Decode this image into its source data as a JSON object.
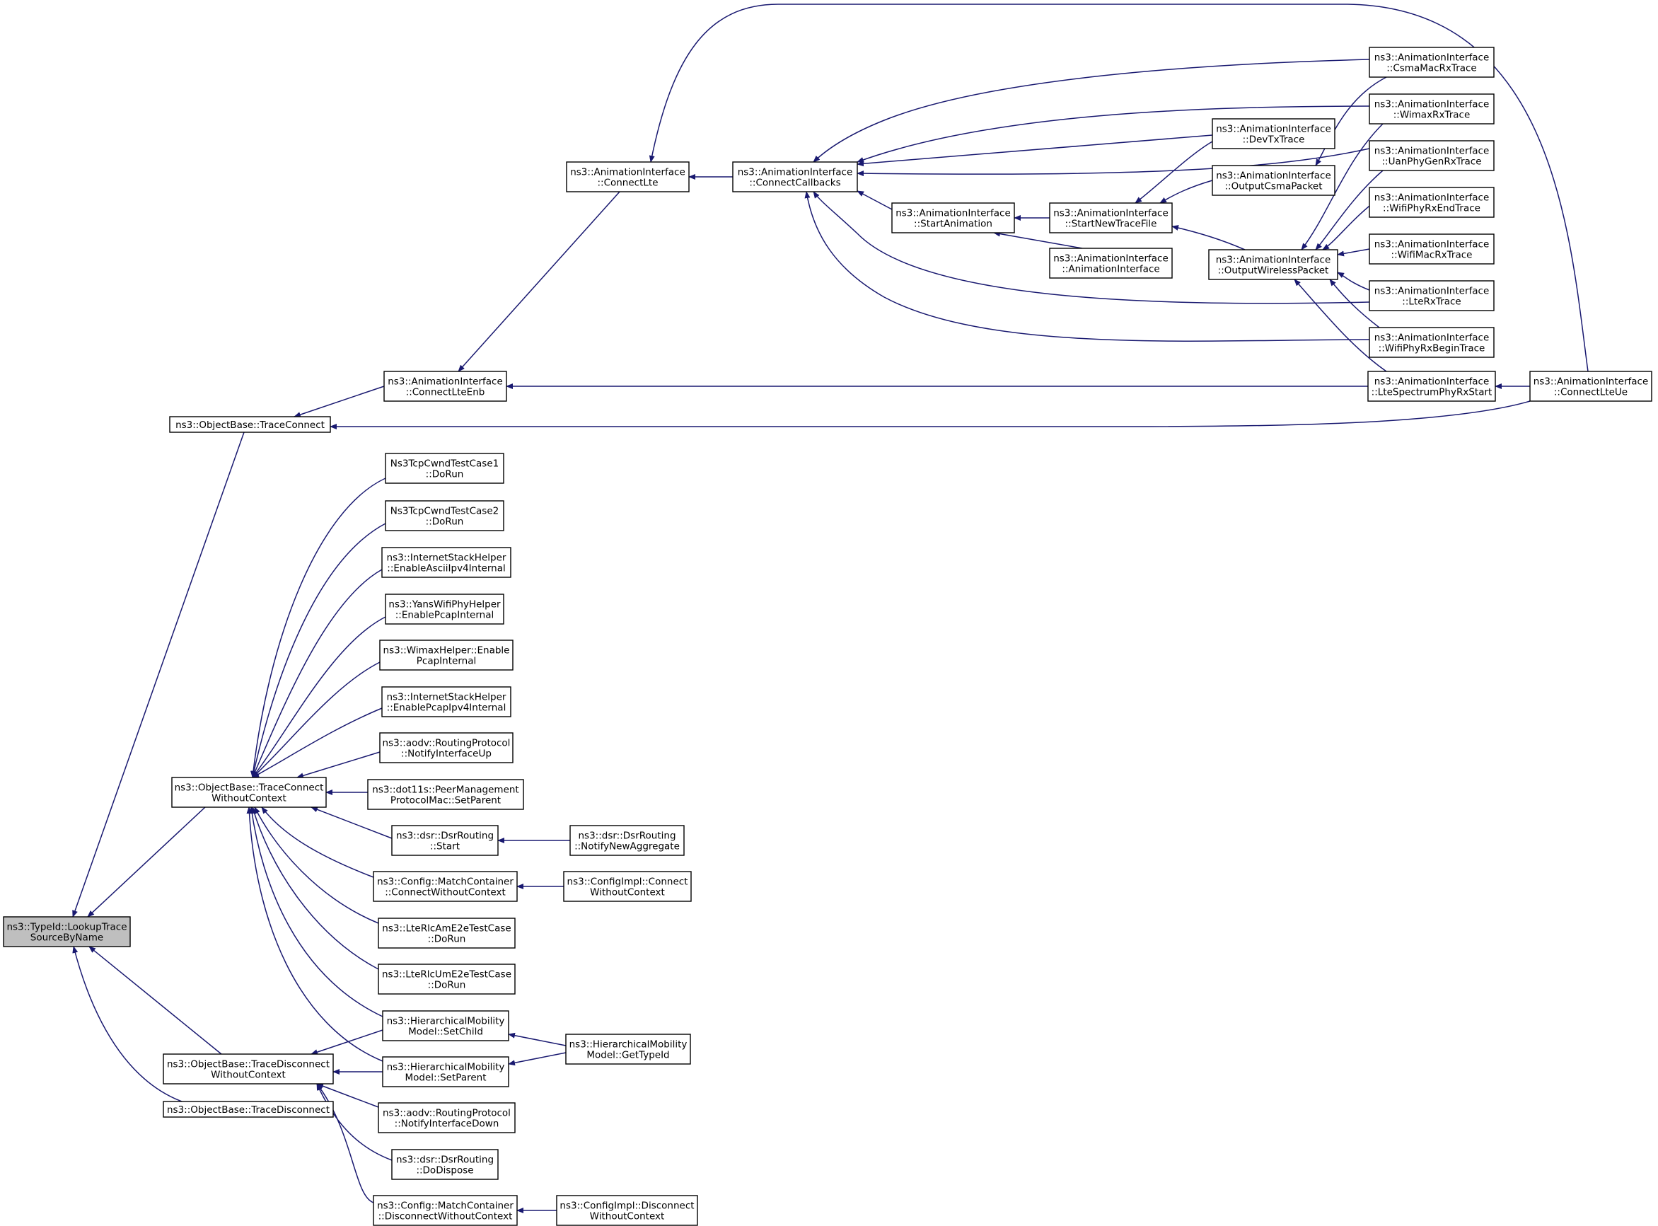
{
  "diagram": {
    "type": "doxygen-caller-graph",
    "colors": {
      "edge": "#191970",
      "root_fill": "#bfbfbf",
      "node_fill": "#ffffff",
      "node_border": "#000000"
    },
    "nodes": [
      {
        "id": "lookup",
        "label": [
          "ns3::TypeId::LookupTrace",
          "SourceByName"
        ],
        "root": true
      },
      {
        "id": "traceConnect",
        "label": [
          "ns3::ObjectBase::TraceConnect"
        ]
      },
      {
        "id": "traceConnectWC",
        "label": [
          "ns3::ObjectBase::TraceConnect",
          "WithoutContext"
        ]
      },
      {
        "id": "traceDisconnectWC",
        "label": [
          "ns3::ObjectBase::TraceDisconnect",
          "WithoutContext"
        ]
      },
      {
        "id": "traceDisconnect",
        "label": [
          "ns3::ObjectBase::TraceDisconnect"
        ]
      },
      {
        "id": "connectLteEnb",
        "label": [
          "ns3::AnimationInterface",
          "::ConnectLteEnb"
        ]
      },
      {
        "id": "connectLte",
        "label": [
          "ns3::AnimationInterface",
          "::ConnectLte"
        ]
      },
      {
        "id": "connectCallbacks",
        "label": [
          "ns3::AnimationInterface",
          "::ConnectCallbacks"
        ]
      },
      {
        "id": "startAnimation",
        "label": [
          "ns3::AnimationInterface",
          "::StartAnimation"
        ]
      },
      {
        "id": "startNewTraceFile",
        "label": [
          "ns3::AnimationInterface",
          "::StartNewTraceFile"
        ]
      },
      {
        "id": "animCtor",
        "label": [
          "ns3::AnimationInterface",
          "::AnimationInterface"
        ]
      },
      {
        "id": "devTxTrace",
        "label": [
          "ns3::AnimationInterface",
          "::DevTxTrace"
        ]
      },
      {
        "id": "outputCsma",
        "label": [
          "ns3::AnimationInterface",
          "::OutputCsmaPacket"
        ]
      },
      {
        "id": "outputWireless",
        "label": [
          "ns3::AnimationInterface",
          "::OutputWirelessPacket"
        ]
      },
      {
        "id": "csmaMacRx",
        "label": [
          "ns3::AnimationInterface",
          "::CsmaMacRxTrace"
        ]
      },
      {
        "id": "wimaxRx",
        "label": [
          "ns3::AnimationInterface",
          "::WimaxRxTrace"
        ]
      },
      {
        "id": "uanPhyGenRx",
        "label": [
          "ns3::AnimationInterface",
          "::UanPhyGenRxTrace"
        ]
      },
      {
        "id": "wifiPhyRxEnd",
        "label": [
          "ns3::AnimationInterface",
          "::WifiPhyRxEndTrace"
        ]
      },
      {
        "id": "wifiMacRx",
        "label": [
          "ns3::AnimationInterface",
          "::WifiMacRxTrace"
        ]
      },
      {
        "id": "lteRx",
        "label": [
          "ns3::AnimationInterface",
          "::LteRxTrace"
        ]
      },
      {
        "id": "wifiPhyRxBegin",
        "label": [
          "ns3::AnimationInterface",
          "::WifiPhyRxBeginTrace"
        ]
      },
      {
        "id": "lteSpectrum",
        "label": [
          "ns3::AnimationInterface",
          "::LteSpectrumPhyRxStart"
        ]
      },
      {
        "id": "connectLteUe",
        "label": [
          "ns3::AnimationInterface",
          "::ConnectLteUe"
        ]
      },
      {
        "id": "tcpCwnd1",
        "label": [
          "Ns3TcpCwndTestCase1",
          "::DoRun"
        ]
      },
      {
        "id": "tcpCwnd2",
        "label": [
          "Ns3TcpCwndTestCase2",
          "::DoRun"
        ]
      },
      {
        "id": "enableAsciiIpv4",
        "label": [
          "ns3::InternetStackHelper",
          "::EnableAsciiIpv4Internal"
        ]
      },
      {
        "id": "yansPcap",
        "label": [
          "ns3::YansWifiPhyHelper",
          "::EnablePcapInternal"
        ]
      },
      {
        "id": "wimaxPcap",
        "label": [
          "ns3::WimaxHelper::Enable",
          "PcapInternal"
        ]
      },
      {
        "id": "enablePcapIpv4",
        "label": [
          "ns3::InternetStackHelper",
          "::EnablePcapIpv4Internal"
        ]
      },
      {
        "id": "aodvUp",
        "label": [
          "ns3::aodv::RoutingProtocol",
          "::NotifyInterfaceUp"
        ]
      },
      {
        "id": "dot11sSetParent",
        "label": [
          "ns3::dot11s::PeerManagement",
          "ProtocolMac::SetParent"
        ]
      },
      {
        "id": "dsrStart",
        "label": [
          "ns3::dsr::DsrRouting",
          "::Start"
        ]
      },
      {
        "id": "dsrNotifyNewAgg",
        "label": [
          "ns3::dsr::DsrRouting",
          "::NotifyNewAggregate"
        ]
      },
      {
        "id": "matchConnectWC",
        "label": [
          "ns3::Config::MatchContainer",
          "::ConnectWithoutContext"
        ]
      },
      {
        "id": "configImplConnectWC",
        "label": [
          "ns3::ConfigImpl::Connect",
          "WithoutContext"
        ]
      },
      {
        "id": "lteRlcAm",
        "label": [
          "ns3::LteRlcAmE2eTestCase",
          "::DoRun"
        ]
      },
      {
        "id": "lteRlcUm",
        "label": [
          "ns3::LteRlcUmE2eTestCase",
          "::DoRun"
        ]
      },
      {
        "id": "hierSetChild",
        "label": [
          "ns3::HierarchicalMobility",
          "Model::SetChild"
        ]
      },
      {
        "id": "hierSetParent",
        "label": [
          "ns3::HierarchicalMobility",
          "Model::SetParent"
        ]
      },
      {
        "id": "hierGetTypeId",
        "label": [
          "ns3::HierarchicalMobility",
          "Model::GetTypeId"
        ]
      },
      {
        "id": "aodvDown",
        "label": [
          "ns3::aodv::RoutingProtocol",
          "::NotifyInterfaceDown"
        ]
      },
      {
        "id": "dsrDispose",
        "label": [
          "ns3::dsr::DsrRouting",
          "::DoDispose"
        ]
      },
      {
        "id": "matchDisconnectWC",
        "label": [
          "ns3::Config::MatchContainer",
          "::DisconnectWithoutContext"
        ]
      },
      {
        "id": "configImplDisconnectWC",
        "label": [
          "ns3::ConfigImpl::Disconnect",
          "WithoutContext"
        ]
      }
    ],
    "edges": [
      [
        "traceConnect",
        "lookup"
      ],
      [
        "traceConnectWC",
        "lookup"
      ],
      [
        "traceDisconnectWC",
        "lookup"
      ],
      [
        "traceDisconnect",
        "lookup"
      ],
      [
        "connectLteEnb",
        "traceConnect"
      ],
      [
        "connectLteUe",
        "traceConnect"
      ],
      [
        "connectLte",
        "connectLteEnb"
      ],
      [
        "lteSpectrum",
        "connectLteEnb"
      ],
      [
        "connectCallbacks",
        "connectLte"
      ],
      [
        "connectLteUe",
        "connectLte"
      ],
      [
        "startAnimation",
        "connectCallbacks"
      ],
      [
        "csmaMacRx",
        "connectCallbacks"
      ],
      [
        "wimaxRx",
        "connectCallbacks"
      ],
      [
        "devTxTrace",
        "connectCallbacks"
      ],
      [
        "uanPhyGenRx",
        "connectCallbacks"
      ],
      [
        "lteRx",
        "connectCallbacks"
      ],
      [
        "wifiPhyRxBegin",
        "connectCallbacks"
      ],
      [
        "startNewTraceFile",
        "startAnimation"
      ],
      [
        "animCtor",
        "startAnimation"
      ],
      [
        "devTxTrace",
        "startNewTraceFile"
      ],
      [
        "outputCsma",
        "startNewTraceFile"
      ],
      [
        "outputWireless",
        "startNewTraceFile"
      ],
      [
        "csmaMacRx",
        "outputCsma"
      ],
      [
        "wimaxRx",
        "outputWireless"
      ],
      [
        "uanPhyGenRx",
        "outputWireless"
      ],
      [
        "wifiPhyRxEnd",
        "outputWireless"
      ],
      [
        "wifiMacRx",
        "outputWireless"
      ],
      [
        "lteRx",
        "outputWireless"
      ],
      [
        "wifiPhyRxBegin",
        "outputWireless"
      ],
      [
        "lteSpectrum",
        "outputWireless"
      ],
      [
        "connectLteUe",
        "lteSpectrum"
      ],
      [
        "tcpCwnd1",
        "traceConnectWC"
      ],
      [
        "tcpCwnd2",
        "traceConnectWC"
      ],
      [
        "enableAsciiIpv4",
        "traceConnectWC"
      ],
      [
        "yansPcap",
        "traceConnectWC"
      ],
      [
        "wimaxPcap",
        "traceConnectWC"
      ],
      [
        "enablePcapIpv4",
        "traceConnectWC"
      ],
      [
        "aodvUp",
        "traceConnectWC"
      ],
      [
        "dot11sSetParent",
        "traceConnectWC"
      ],
      [
        "dsrStart",
        "traceConnectWC"
      ],
      [
        "matchConnectWC",
        "traceConnectWC"
      ],
      [
        "lteRlcAm",
        "traceConnectWC"
      ],
      [
        "lteRlcUm",
        "traceConnectWC"
      ],
      [
        "hierSetChild",
        "traceConnectWC"
      ],
      [
        "hierSetParent",
        "traceConnectWC"
      ],
      [
        "dsrNotifyNewAgg",
        "dsrStart"
      ],
      [
        "configImplConnectWC",
        "matchConnectWC"
      ],
      [
        "hierGetTypeId",
        "hierSetChild"
      ],
      [
        "hierGetTypeId",
        "hierSetParent"
      ],
      [
        "hierSetChild",
        "traceDisconnectWC"
      ],
      [
        "hierSetParent",
        "traceDisconnectWC"
      ],
      [
        "aodvDown",
        "traceDisconnectWC"
      ],
      [
        "dsrDispose",
        "traceDisconnectWC"
      ],
      [
        "matchDisconnectWC",
        "traceDisconnectWC"
      ],
      [
        "configImplDisconnectWC",
        "matchDisconnectWC"
      ]
    ]
  }
}
